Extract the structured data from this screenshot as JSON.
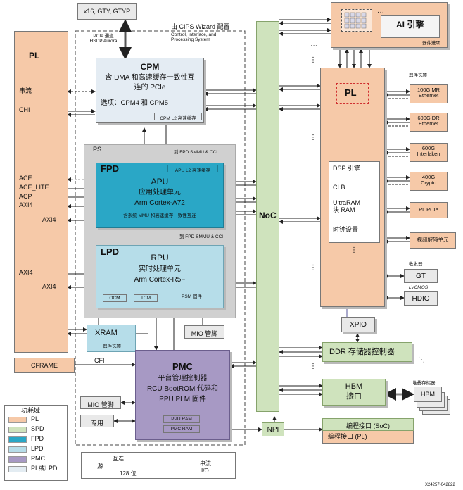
{
  "top": {
    "io_label": "x16, GTY, GTYP",
    "pcie_note": "PCIe 通道\nHSDP Aurora",
    "cips_title": "由 CIPS Wizard 配置",
    "cips_sub": "Control, Interface, and\nProcessing System"
  },
  "pl_left": {
    "title": "PL",
    "labels": [
      "串流",
      "CHI",
      "ACE",
      "ACE_LITE",
      "ACP",
      "AXI4",
      "AXI4",
      "AXI4",
      "AXI4"
    ]
  },
  "cpm": {
    "title": "CPM",
    "desc": "含 DMA 和高速缓存一致性互\n连的 PCIe",
    "options": "选项：CPM4 和 CPM5",
    "l2": "CPM L2 高速缓存"
  },
  "ps": {
    "label": "PS",
    "fpd_smmu_1": "到 FPD SMMU & CCI",
    "fpd_smmu_2": "到 FPD SMMU & CCI"
  },
  "apu": {
    "domain": "FPD",
    "l2": "APU L2 高速缓存",
    "title": "APU",
    "sub": "应用处理单元",
    "core": "Arm Cortex-A72",
    "note": "含系统 MMU 和高速缓存一致性互连"
  },
  "rpu": {
    "domain": "LPD",
    "title": "RPU",
    "sub": "实时处理单元",
    "core": "Arm Cortex-R5F",
    "ocm": "OCM",
    "tcm": "TCM",
    "psm": "PSM 固件"
  },
  "xram": {
    "title": "XRAM",
    "opt": "器件选项"
  },
  "mio_upper": "MIO 管脚",
  "cframe": "CFRAME",
  "cfi": "CFI",
  "pmc": {
    "title": "PMC",
    "line1": "平台管理控制器",
    "line2": "RCU BootROM 代码和",
    "line3": "PPU PLM 固件",
    "ppuram": "PPU RAM",
    "pmcram": "PMC RAM"
  },
  "mio_lower": "MIO 管脚",
  "dedicated": "专用",
  "noc": "NoC",
  "npi": "NPI",
  "ai": {
    "title": "AI 引擎",
    "opt": "器件选项"
  },
  "pl_right": {
    "title": "PL",
    "opt": "器件选项",
    "inner": [
      "DSP 引擎",
      "CLB",
      "UltraRAM\n块 RAM",
      "时钟设置"
    ]
  },
  "ip_blocks": [
    "100G MR\nEthernet",
    "600G DR\nEthernet",
    "600G\nInterlaken",
    "400G\nCrypto",
    "PL PCIe",
    "视频解码单元"
  ],
  "transceiver": {
    "label": "收发器",
    "gt": "GT"
  },
  "lvcmos": {
    "label": "LVCMOS",
    "hdio": "HDIO"
  },
  "xpio": "XPIO",
  "ddr": "DDR 存储器控制器",
  "hbm": {
    "title": "HBM\n接口",
    "stack_label": "堆叠存储器",
    "chip": "HBM"
  },
  "prog": {
    "soc": "编程接口 (SoC)",
    "pl": "编程接口 (PL)"
  },
  "legend": {
    "title": "功耗域",
    "items": [
      {
        "label": "PL",
        "color": "#f6c9a8"
      },
      {
        "label": "SPD",
        "color": "#cfe3bd"
      },
      {
        "label": "FPD",
        "color": "#2aa7c6"
      },
      {
        "label": "LPD",
        "color": "#b6dde9"
      },
      {
        "label": "PMC",
        "color": "#a799c4"
      },
      {
        "label": "PL或LPD",
        "color": "#e3ecf2"
      }
    ]
  },
  "key": {
    "src": "源",
    "interconnect": "互连",
    "width": "128 位",
    "stream": "串流",
    "io": "I/O"
  },
  "figure_id": "X24257-042822"
}
